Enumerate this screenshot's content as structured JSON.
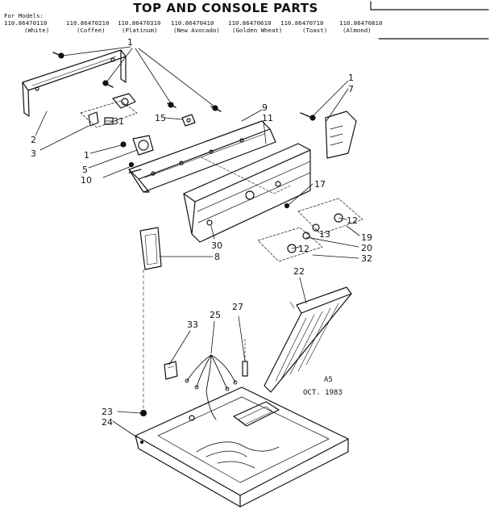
{
  "title": "TOP AND CONSOLE PARTS",
  "models_label": "For Models:",
  "models": [
    {
      "number": "110.86470110",
      "color": "(White)"
    },
    {
      "number": "110.86470210",
      "color": "(Coffee)"
    },
    {
      "number": "110.86470310",
      "color": "(Platinum)"
    },
    {
      "number": "110.86470410",
      "color": "(New Avocado)"
    },
    {
      "number": "110.86470610",
      "color": "(Golden Wheat)"
    },
    {
      "number": "110.86470710",
      "color": "(Toast)"
    },
    {
      "number": "110.86470810",
      "color": "(Almond)"
    }
  ],
  "stamp_code": "A5",
  "stamp_date": "OCT. 1983",
  "callouts": {
    "c1a": "1",
    "c1b": "1",
    "c1c": "1",
    "c2": "2",
    "c3": "3",
    "c5": "5",
    "c7": "7",
    "c8": "8",
    "c9": "9",
    "c10": "10",
    "c11": "11",
    "c12a": "12",
    "c12b": "12",
    "c13": "13",
    "c15": "15",
    "c17": "17",
    "c19": "19",
    "c20": "20",
    "c22": "22",
    "c23": "23",
    "c24": "24",
    "c25": "25",
    "c27": "27",
    "c30": "30",
    "c31": "31",
    "c32": "32",
    "c33": "33"
  }
}
